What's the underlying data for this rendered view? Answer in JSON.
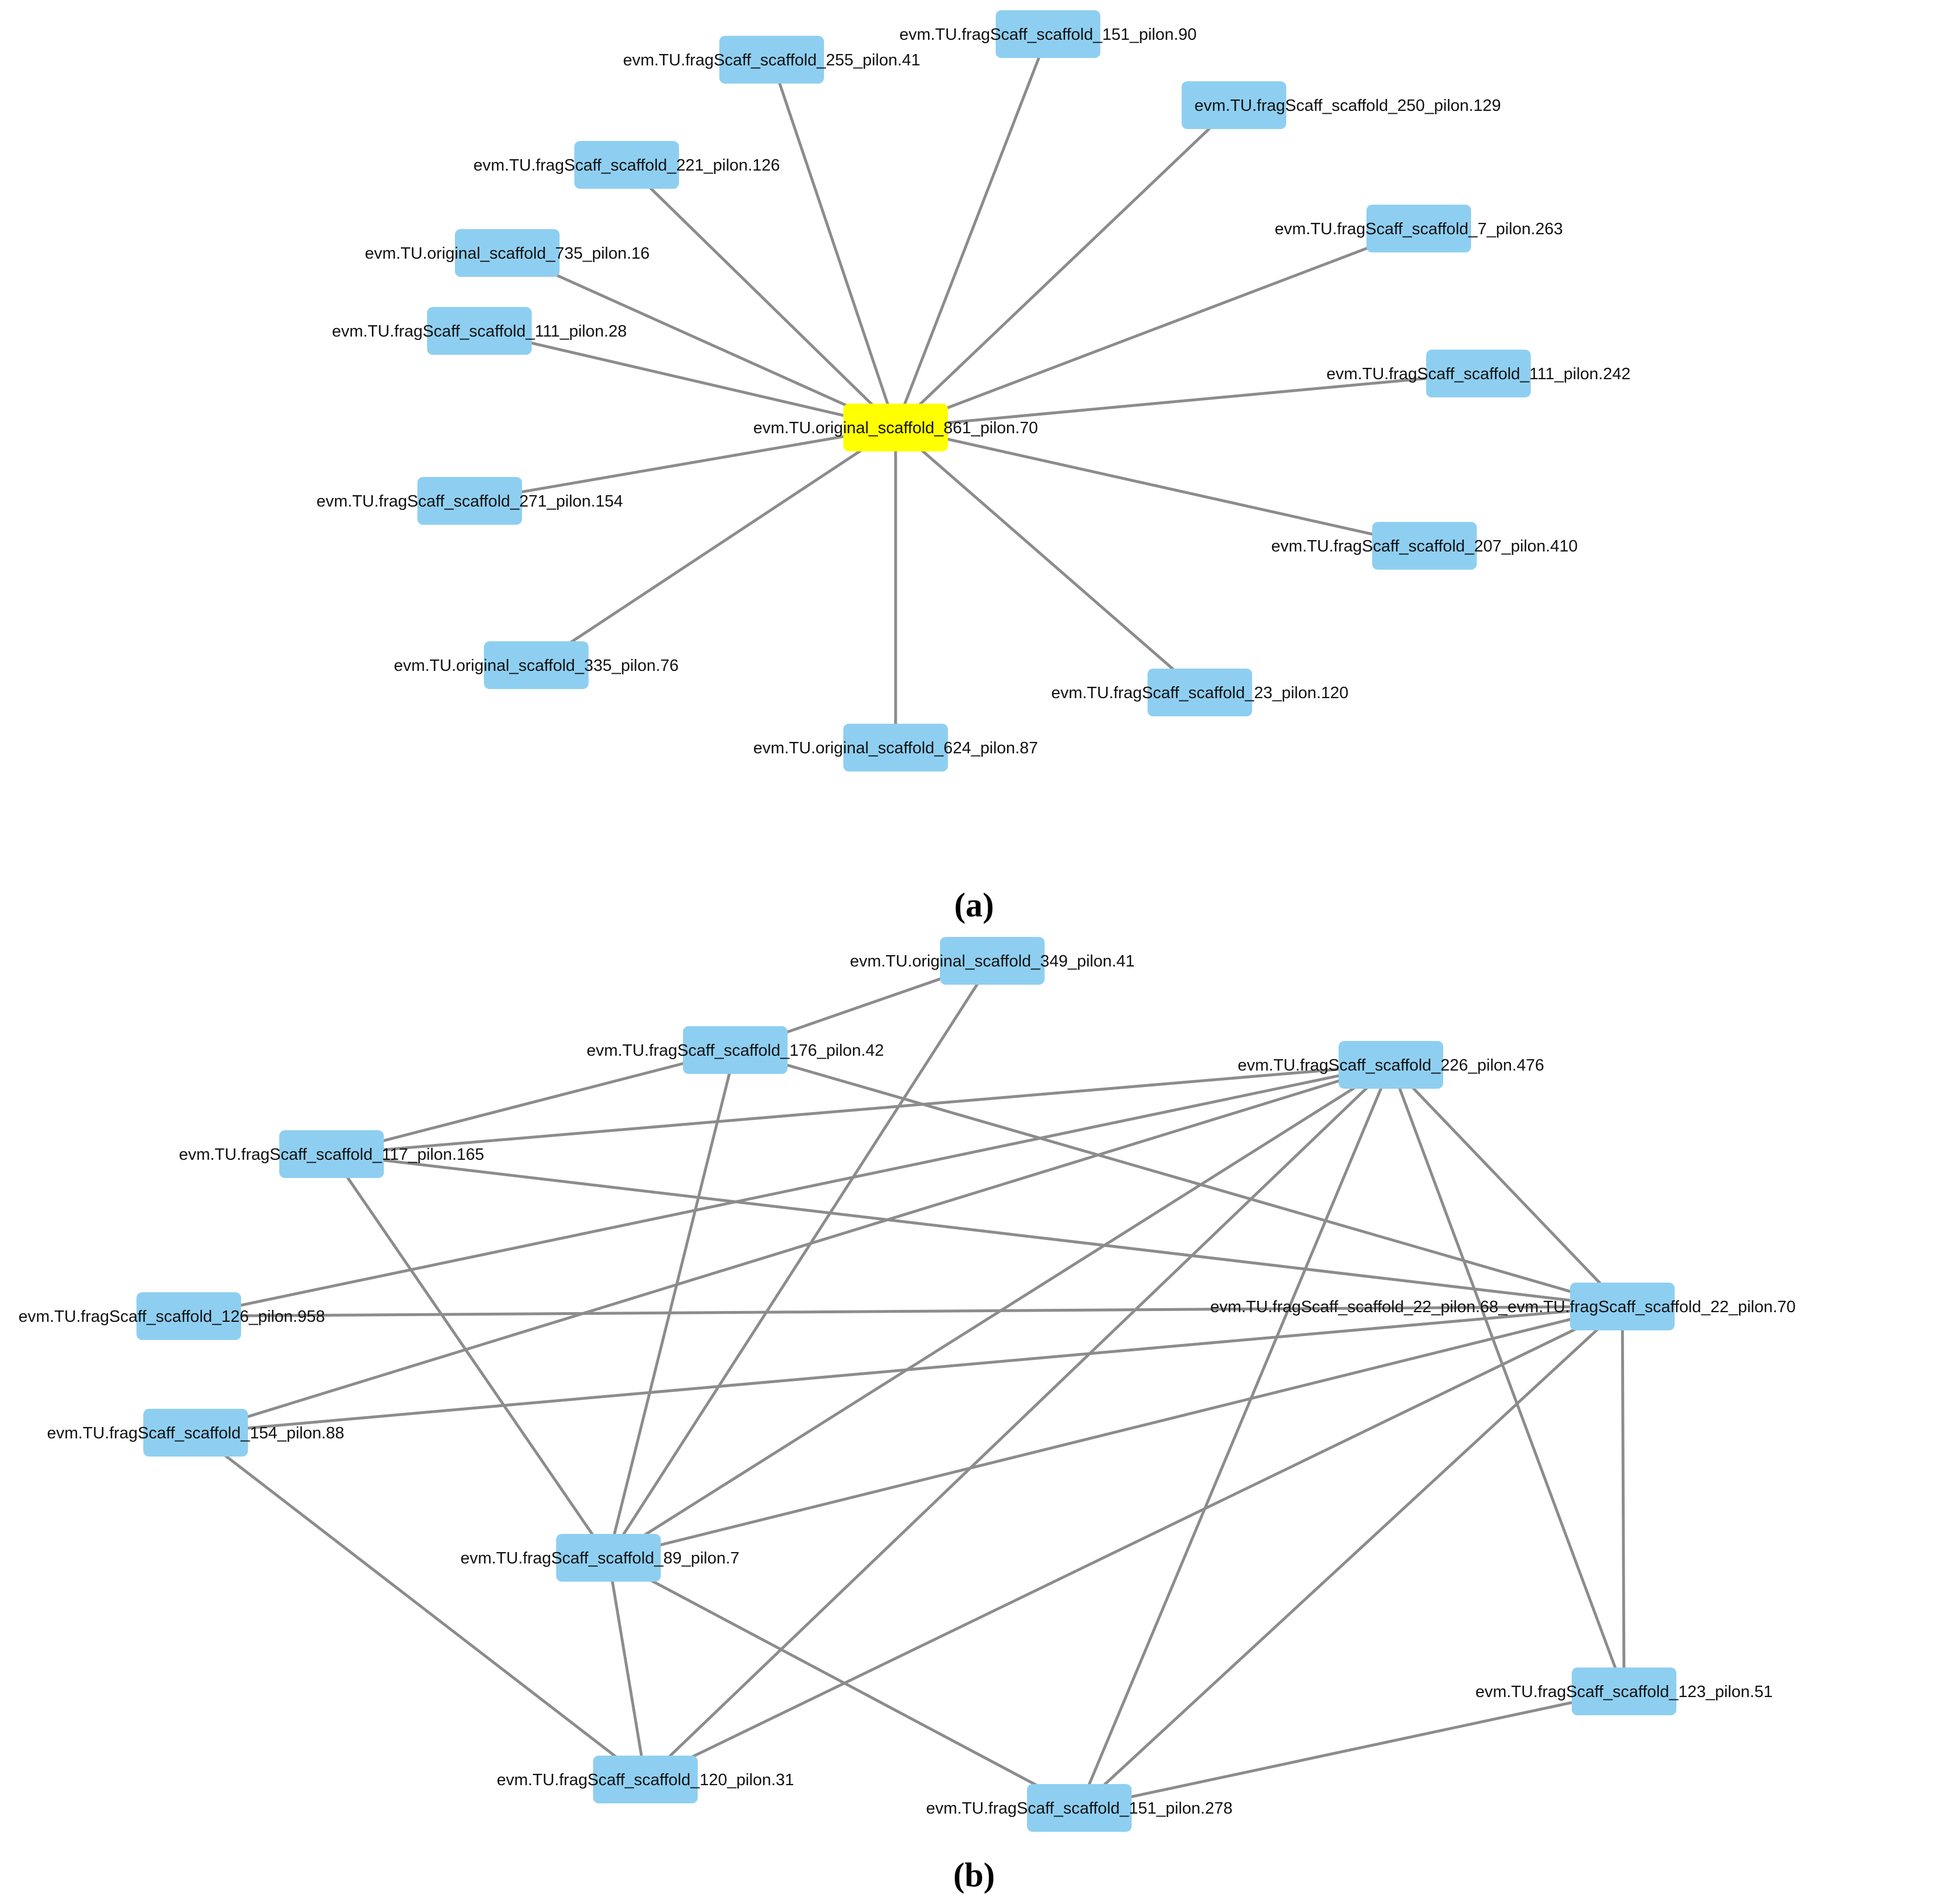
{
  "colors": {
    "node_default": "#8ecff1",
    "node_highlight": "#ffff00",
    "edge": "#8c8c8c",
    "text": "#111111"
  },
  "panels": [
    {
      "label": "(a)",
      "nodes": [
        {
          "id": "hub",
          "label": "evm.TU.original_scaffold_861_pilon.70",
          "highlight": true
        },
        {
          "id": "a1",
          "label": "evm.TU.fragScaff_scaffold_255_pilon.41"
        },
        {
          "id": "a2",
          "label": "evm.TU.fragScaff_scaffold_151_pilon.90"
        },
        {
          "id": "a3",
          "label": "evm.TU.fragScaff_scaffold_250_pilon.129"
        },
        {
          "id": "a4",
          "label": "evm.TU.fragScaff_scaffold_221_pilon.126"
        },
        {
          "id": "a5",
          "label": "evm.TU.fragScaff_scaffold_7_pilon.263"
        },
        {
          "id": "a6",
          "label": "evm.TU.original_scaffold_735_pilon.16"
        },
        {
          "id": "a7",
          "label": "evm.TU.fragScaff_scaffold_111_pilon.28"
        },
        {
          "id": "a8",
          "label": "evm.TU.fragScaff_scaffold_111_pilon.242"
        },
        {
          "id": "a9",
          "label": "evm.TU.fragScaff_scaffold_271_pilon.154"
        },
        {
          "id": "a10",
          "label": "evm.TU.fragScaff_scaffold_207_pilon.410"
        },
        {
          "id": "a11",
          "label": "evm.TU.original_scaffold_335_pilon.76"
        },
        {
          "id": "a12",
          "label": "evm.TU.fragScaff_scaffold_23_pilon.120"
        },
        {
          "id": "a13",
          "label": "evm.TU.original_scaffold_624_pilon.87"
        }
      ],
      "edges": [
        [
          "hub",
          "a1"
        ],
        [
          "hub",
          "a2"
        ],
        [
          "hub",
          "a3"
        ],
        [
          "hub",
          "a4"
        ],
        [
          "hub",
          "a5"
        ],
        [
          "hub",
          "a6"
        ],
        [
          "hub",
          "a7"
        ],
        [
          "hub",
          "a8"
        ],
        [
          "hub",
          "a9"
        ],
        [
          "hub",
          "a10"
        ],
        [
          "hub",
          "a11"
        ],
        [
          "hub",
          "a12"
        ],
        [
          "hub",
          "a13"
        ]
      ]
    },
    {
      "label": "(b)",
      "nodes": [
        {
          "id": "b1",
          "label": "evm.TU.original_scaffold_349_pilon.41"
        },
        {
          "id": "b2",
          "label": "evm.TU.fragScaff_scaffold_176_pilon.42"
        },
        {
          "id": "b3",
          "label": "evm.TU.fragScaff_scaffold_226_pilon.476"
        },
        {
          "id": "b4",
          "label": "evm.TU.fragScaff_scaffold_117_pilon.165"
        },
        {
          "id": "b5",
          "label": "evm.TU.fragScaff_scaffold_126_pilon.958"
        },
        {
          "id": "b6",
          "label": "evm.TU.fragScaff_scaffold_22_pilon.68_evm.TU.fragScaff_scaffold_22_pilon.70"
        },
        {
          "id": "b7",
          "label": "evm.TU.fragScaff_scaffold_154_pilon.88"
        },
        {
          "id": "b8",
          "label": "evm.TU.fragScaff_scaffold_89_pilon.7"
        },
        {
          "id": "b9",
          "label": "evm.TU.fragScaff_scaffold_123_pilon.51"
        },
        {
          "id": "b10",
          "label": "evm.TU.fragScaff_scaffold_120_pilon.31"
        },
        {
          "id": "b11",
          "label": "evm.TU.fragScaff_scaffold_151_pilon.278"
        }
      ],
      "edges": [
        [
          "b1",
          "b2"
        ],
        [
          "b1",
          "b8"
        ],
        [
          "b2",
          "b4"
        ],
        [
          "b2",
          "b8"
        ],
        [
          "b2",
          "b6"
        ],
        [
          "b3",
          "b4"
        ],
        [
          "b3",
          "b5"
        ],
        [
          "b3",
          "b7"
        ],
        [
          "b3",
          "b8"
        ],
        [
          "b3",
          "b10"
        ],
        [
          "b3",
          "b11"
        ],
        [
          "b3",
          "b6"
        ],
        [
          "b3",
          "b9"
        ],
        [
          "b4",
          "b6"
        ],
        [
          "b4",
          "b8"
        ],
        [
          "b5",
          "b6"
        ],
        [
          "b7",
          "b6"
        ],
        [
          "b7",
          "b10"
        ],
        [
          "b8",
          "b6"
        ],
        [
          "b8",
          "b10"
        ],
        [
          "b8",
          "b11"
        ],
        [
          "b6",
          "b9"
        ],
        [
          "b6",
          "b10"
        ],
        [
          "b6",
          "b11"
        ],
        [
          "b9",
          "b11"
        ]
      ]
    }
  ]
}
